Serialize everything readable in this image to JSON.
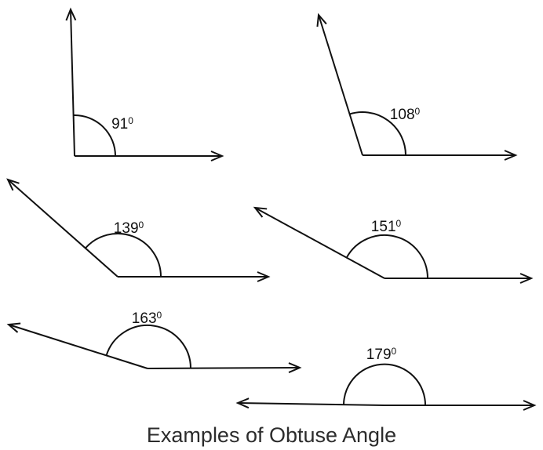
{
  "title": "Examples of Obtuse Angle",
  "caption": {
    "text": "Examples of Obtuse Angle"
  },
  "colors": {
    "line": "#111111",
    "label_text": "#111111",
    "caption_text": "#2c2c2c",
    "background": "#ffffff"
  },
  "figures": [
    {
      "angle_deg": 91,
      "label": "91",
      "superscript": "0"
    },
    {
      "angle_deg": 108,
      "label": "108",
      "superscript": "0"
    },
    {
      "angle_deg": 139,
      "label": "139",
      "superscript": "0"
    },
    {
      "angle_deg": 151,
      "label": "151",
      "superscript": "0"
    },
    {
      "angle_deg": 163,
      "label": "163",
      "superscript": "0"
    },
    {
      "angle_deg": 179,
      "label": "179",
      "superscript": "0"
    }
  ]
}
